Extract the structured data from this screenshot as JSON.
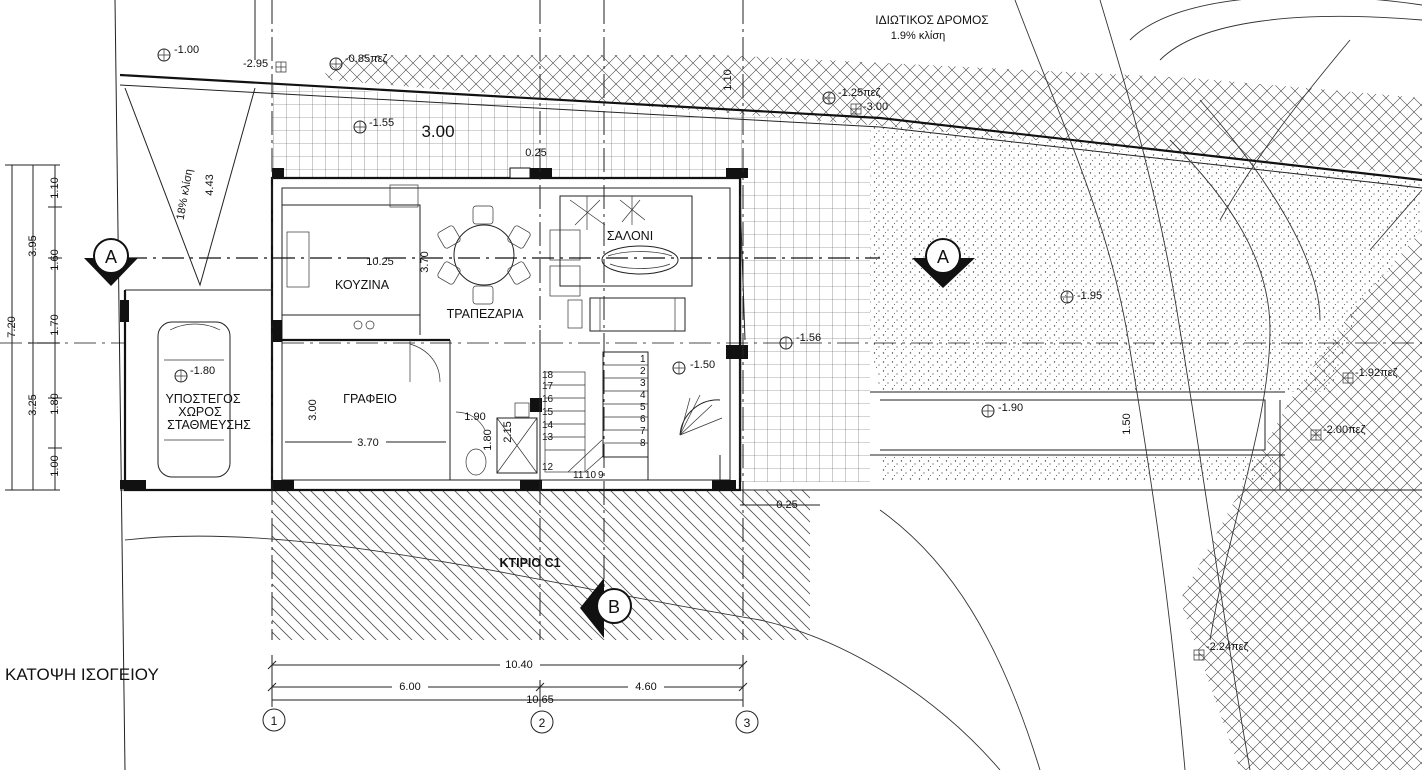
{
  "drawing": {
    "title": "ΚΑΤΟΨΗ ΙΣΟΓΕΙΟΥ",
    "road": {
      "name": "ΙΔΙΩΤΙΚΟΣ ΔΡΟΜΟΣ",
      "slope": "1.9% κλίση"
    },
    "building": "ΚΤΙΡΙΟ C1",
    "rooms": {
      "kitchen": "ΚΟΥΖΙΝΑ",
      "dining": "ΤΡΑΠΕΖΑΡΙΑ",
      "living": "ΣΑΛΟΝΙ",
      "office": "ΓΡΑΦΕΙΟ",
      "parking_1": "ΥΠΟΣΤΕΓΟΣ",
      "parking_2": "ΧΩΡΟΣ",
      "parking_3": "ΣΤΑΘΜΕΥΣΗΣ"
    },
    "ramp": {
      "slope": "18% κλίση",
      "length": "4.43"
    },
    "paving_mark": "3.00",
    "sections": {
      "a_left": "A",
      "a_right": "A",
      "b": "B"
    },
    "grid": {
      "g1": "1",
      "g2": "2",
      "g3": "3"
    },
    "levels": {
      "l1": "-1.00",
      "l2": "-2.95",
      "l3": "-0.85πεζ",
      "l4": "-1.55",
      "l5": "-1.25πεζ",
      "l6": "-3.00",
      "l7": "-1.56",
      "l8": "-1.50",
      "l9": "-1.95",
      "l10": "-1.80",
      "l11": "-1.90",
      "l12": "-1.92πεζ",
      "l13": "-2.00πεζ",
      "l14": "-2.24πεζ"
    },
    "dimensions": {
      "d_0_25_top": "0.25",
      "d_1_10_top": "1.10",
      "d_10_25": "10.25",
      "d_3_70_v": "3.70",
      "d_3_00_v": "3.00",
      "d_3_70_h": "3.70",
      "d_1_90": "1.90",
      "d_1_80_b": "1.80",
      "d_2_15": "2.15",
      "d_1_50": "1.50",
      "d_0_25_bot": "0.25",
      "left_total": "7.20",
      "left_a": "3.95",
      "left_b": "3.25",
      "left_c1": "1.10",
      "left_c2": "1.60",
      "left_c3": "1.70",
      "left_c4": "1.80",
      "left_c5": "1.00",
      "bottom_10_40": "10.40",
      "bottom_6_00": "6.00",
      "bottom_4_60": "4.60",
      "bottom_10_65": "10.65"
    },
    "stairs": {
      "s1": "1",
      "s2": "2",
      "s3": "3",
      "s4": "4",
      "s5": "5",
      "s6": "6",
      "s7": "7",
      "s8": "8",
      "s9": "9",
      "s10": "10",
      "s11": "11",
      "s12": "12",
      "s13": "13",
      "s14": "14",
      "s15": "15",
      "s16": "16",
      "s17": "17",
      "s18": "18"
    }
  }
}
